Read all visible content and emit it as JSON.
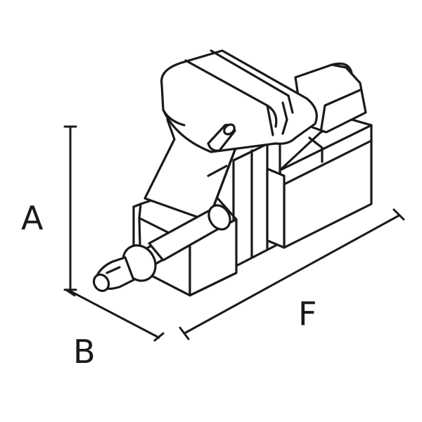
{
  "diagram": {
    "subject": "bench-vise-icon",
    "dimensions": {
      "height_label": "A",
      "depth_label": "B",
      "length_label": "F"
    },
    "colors": {
      "stroke": "#1a1a1a",
      "background": "#ffffff"
    }
  }
}
